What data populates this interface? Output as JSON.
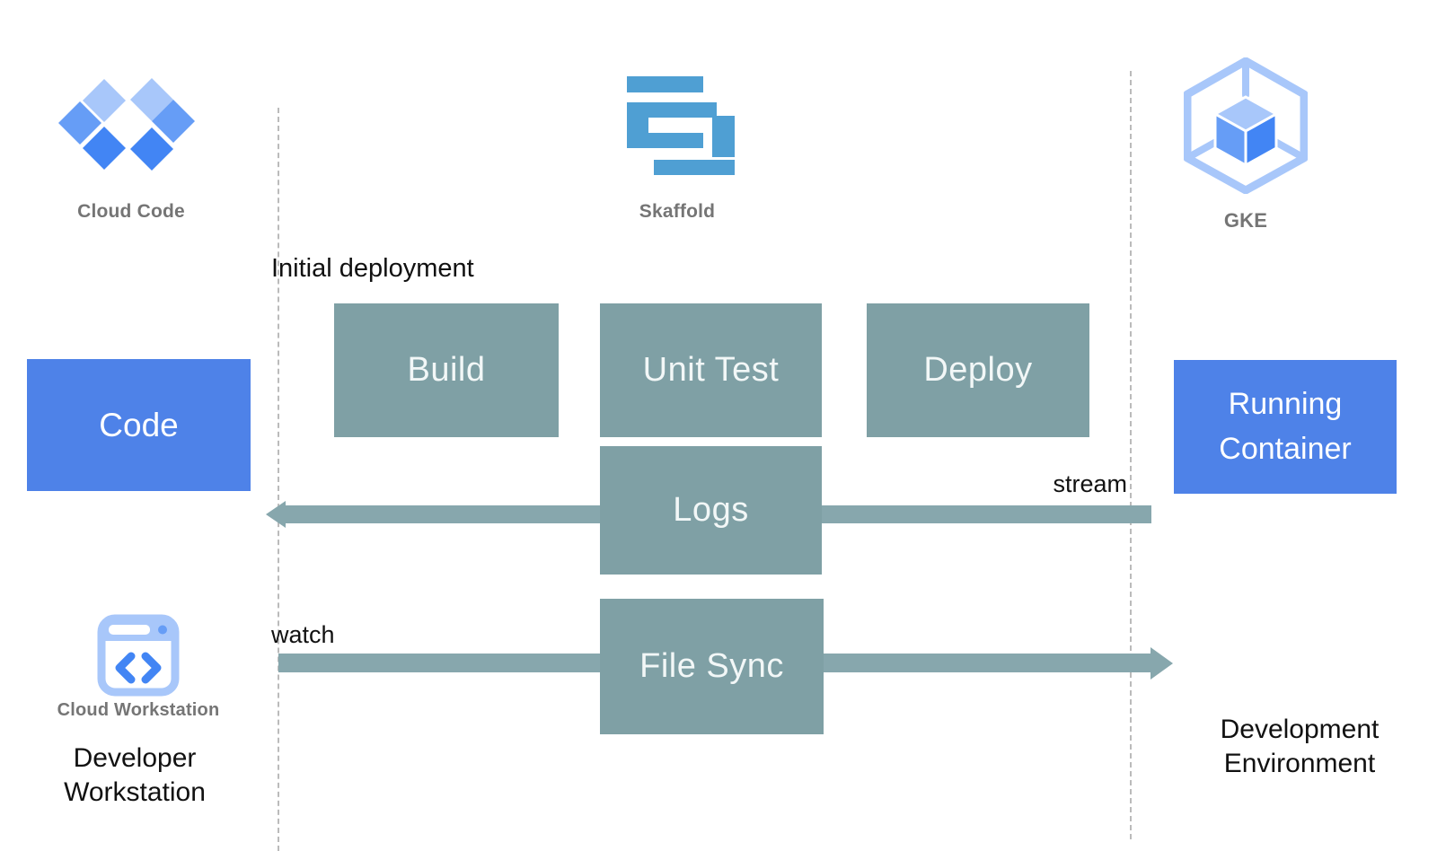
{
  "icons": {
    "cloud_code": {
      "label": "Cloud Code"
    },
    "skaffold": {
      "label": "Skaffold"
    },
    "gke": {
      "label": "GKE"
    },
    "cloud_workstation": {
      "label": "Cloud Workstation"
    }
  },
  "nodes": {
    "code": "Code",
    "build": "Build",
    "unit_test": "Unit Test",
    "deploy": "Deploy",
    "logs": "Logs",
    "file_sync": "File Sync",
    "running_container": "Running Container"
  },
  "annotations": {
    "initial_deployment": "Initial deployment",
    "stream": "stream",
    "watch": "watch",
    "developer_workstation": "Developer Workstation",
    "development_environment": "Development Environment"
  },
  "colors": {
    "accent_blue": "#4E82E8",
    "teal_box": "#7FA0A5",
    "teal_arrow": "#87A7AD",
    "icon_blue_light": "#A8C7FA",
    "icon_blue_medium": "#669DF6",
    "icon_blue_dark": "#4285F4",
    "skaffold_blue": "#4F9FD3",
    "label_gray": "#757575",
    "text_black": "#111111",
    "dash_color": "#BBBBBB"
  }
}
